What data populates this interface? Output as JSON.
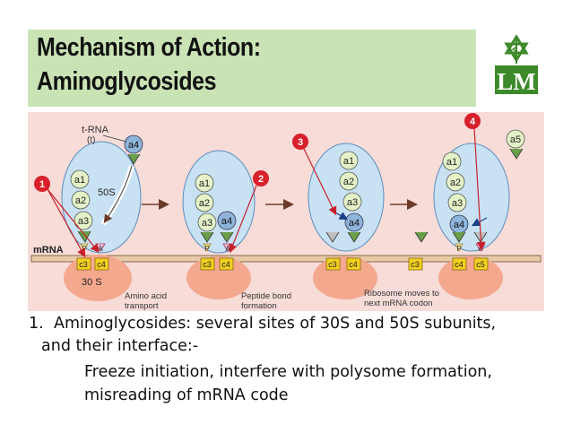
{
  "slide": {
    "title_line1": "Mechanism of Action:",
    "title_line2": "Aminoglycosides",
    "logo_letters": "LM",
    "bullet": {
      "number": "1.",
      "text_line1": "Aminoglycosides: several sites of 30S and 50S subunits,",
      "text_line2": "and their interface:-",
      "sub_line1": "Freeze initiation, interfere with polysome formation,",
      "sub_line2": "misreading of mRNA code"
    }
  },
  "figure": {
    "trna_label": "t-RNA",
    "trna_sub": "(t)",
    "mrna_label": "mRNA",
    "subunit_50s": "50S",
    "subunit_30s": "30 S",
    "site_p": "P",
    "site_a": "A",
    "markers": [
      "1",
      "2",
      "3",
      "4"
    ],
    "amino": {
      "a1": "a1",
      "a2": "a2",
      "a3": "a3",
      "a4": "a4",
      "a5": "a5"
    },
    "codons": {
      "c3": "c3",
      "c4": "c4",
      "c5": "c5"
    },
    "captions": {
      "amino_line1": "Amino acid",
      "amino_line2": "transport",
      "peptide_line1": "Peptide bond",
      "peptide_line2": "formation",
      "ribo_line1": "Ribosome moves to",
      "ribo_line2": "next mRNA codon"
    },
    "colors": {
      "background": "#f7dcd8",
      "ribosome_large": "#c8e2f4",
      "ribosome_small": "#f4a88e",
      "mrna": "#e8c9a8",
      "codon": "#f2d020",
      "marker": "#d8202a",
      "amino_green": "#e4f2c8",
      "amino_blue": "#8fb5da"
    }
  }
}
